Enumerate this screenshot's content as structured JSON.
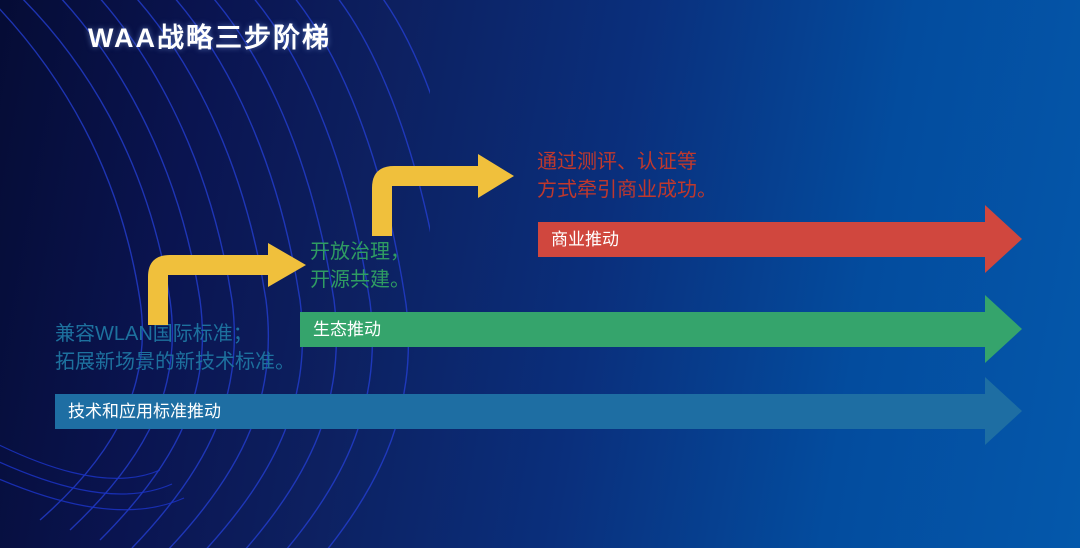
{
  "slide": {
    "title": "WAA战略三步阶梯",
    "background": {
      "from": "#050c35",
      "to": "#0458ab"
    },
    "accent_arrow_color": "#f0c03c"
  },
  "steps": [
    {
      "id": "step-technology",
      "order": 1,
      "bar_label": "技术和应用标准推动",
      "bar_color": "#1e6ea3",
      "description": "兼容WLAN国际标准；\n拓展新场景的新技术标准。",
      "description_color": "#1d719e"
    },
    {
      "id": "step-ecosystem",
      "order": 2,
      "bar_label": "生态推动",
      "bar_color": "#35a46c",
      "description": "开放治理，\n开源共建。",
      "description_color": "#2f9c62"
    },
    {
      "id": "step-commercial",
      "order": 3,
      "bar_label": "商业推动",
      "bar_color": "#d0473e",
      "description": "通过测评、认证等\n方式牵引商业成功。",
      "description_color": "#c0382c"
    }
  ],
  "connectors": [
    {
      "id": "connector-lower",
      "icon": "elbow-arrow-up-right-icon"
    },
    {
      "id": "connector-upper",
      "icon": "elbow-arrow-up-right-icon"
    }
  ]
}
